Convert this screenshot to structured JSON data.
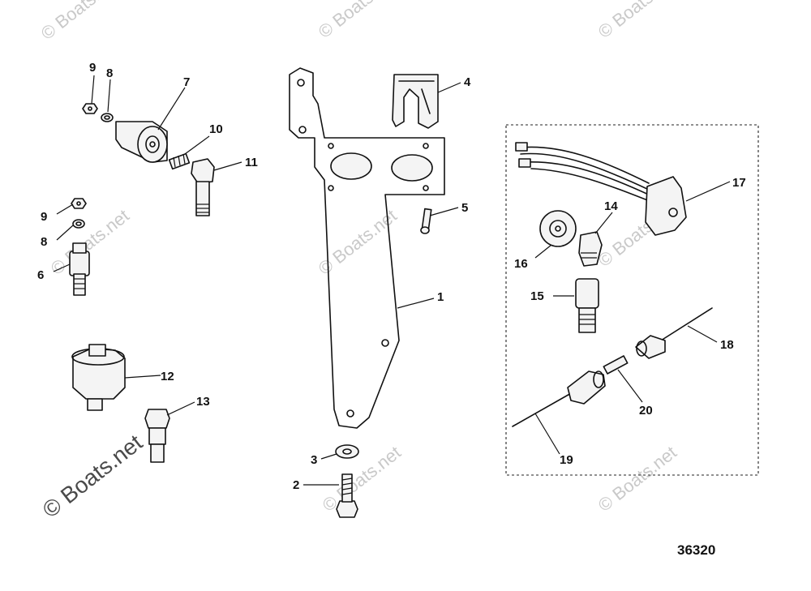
{
  "diagram": {
    "reference_number": "36320",
    "watermarks": {
      "small": "© Boats.net",
      "large": "© Boats.net"
    },
    "callouts": {
      "c1": "1",
      "c2": "2",
      "c3": "3",
      "c4": "4",
      "c5": "5",
      "c6": "6",
      "c7": "7",
      "c8a": "8",
      "c8b": "8",
      "c9a": "9",
      "c9b": "9",
      "c10": "10",
      "c11": "11",
      "c12": "12",
      "c13": "13",
      "c14": "14",
      "c15": "15",
      "c16": "16",
      "c17": "17",
      "c18": "18",
      "c19": "19",
      "c20": "20"
    }
  }
}
